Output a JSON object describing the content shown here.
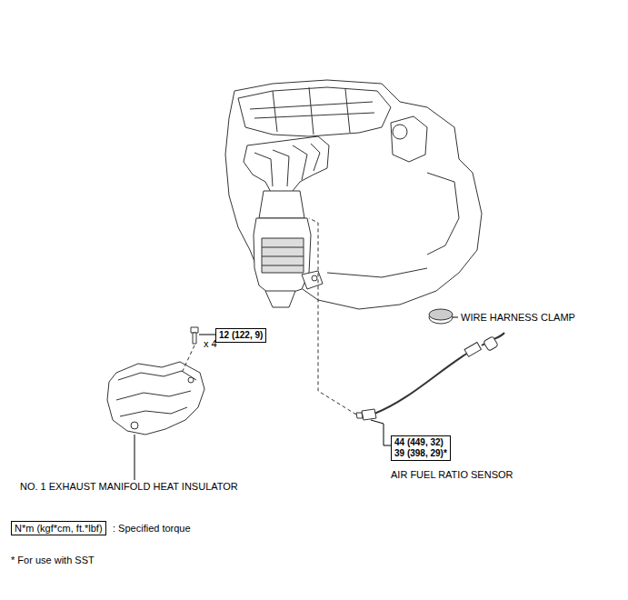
{
  "diagram": {
    "nodes": [
      {
        "text": [
          "12 (122, 9)"
        ]
      },
      {
        "text": [
          "44 (449, 32)",
          "39 (398, 29)*"
        ]
      },
      {
        "text": [
          "N*m (kgf*cm, ft.*lbf)"
        ]
      }
    ],
    "labels": [
      "x 4",
      "WIRE HARNESS CLAMP",
      "NO. 1 EXHAUST MANIFOLD HEAT INSULATOR",
      "AIR FUEL RATIO SENSOR",
      ": Specified torque",
      "* For use with SST"
    ]
  }
}
